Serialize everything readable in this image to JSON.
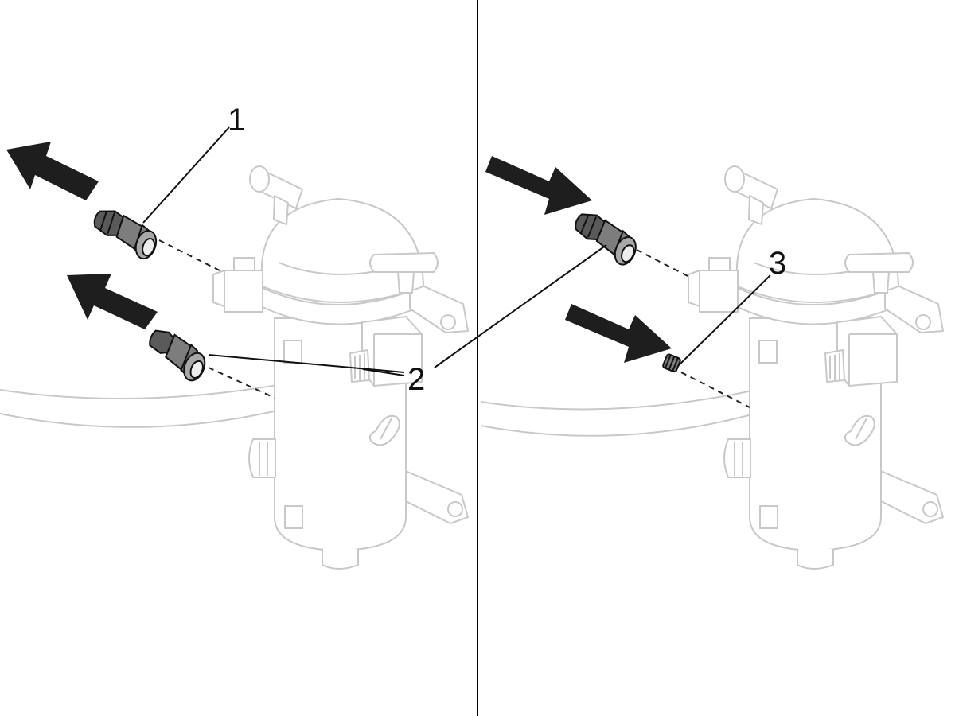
{
  "callouts": {
    "one": "1",
    "two": "2",
    "three": "3"
  },
  "colors": {
    "divider": "#000000",
    "arrows": "#1e1e1e",
    "ghost_outline": "#c8c8c8",
    "fitting_fill": "#7d7d7d"
  },
  "panels": [
    "left-removal",
    "right-installation"
  ]
}
